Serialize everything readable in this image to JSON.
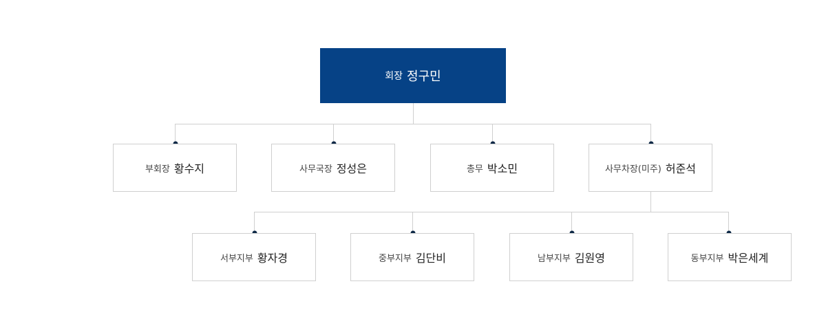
{
  "chairman": {
    "role": "회장",
    "name": "정구민"
  },
  "tier1": [
    {
      "role": "부회장",
      "name": "황수지"
    },
    {
      "role": "사무국장",
      "name": "정성은"
    },
    {
      "role": "총무",
      "name": "박소민"
    },
    {
      "role": "사무차장(미주)",
      "name": "허준석"
    }
  ],
  "tier2": [
    {
      "role": "서부지부",
      "name": "황자경"
    },
    {
      "role": "중부지부",
      "name": "김단비"
    },
    {
      "role": "남부지부",
      "name": "김원영"
    },
    {
      "role": "동부지부",
      "name": "박은세계"
    }
  ],
  "colors": {
    "chairman_bg": "#064286",
    "connector": "#cfcfcf",
    "node_dot": "#0d2846"
  }
}
